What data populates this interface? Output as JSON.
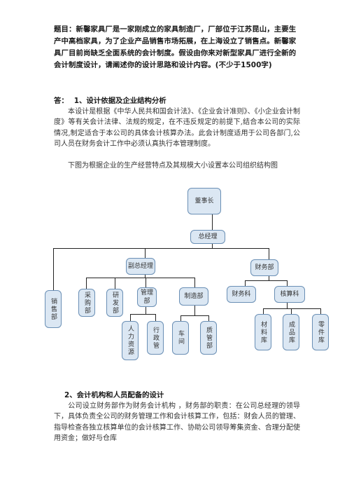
{
  "question": "题目：新馨家具厂是一家刚成立的家具制造厂，厂部位于江苏昆山，主要生产中高档家具，为了企业产品销售市场拓展，在上海设立了销售点。新馨家具厂目前尚缺乏全面系统的会计制度。假设由你来对新型家具厂进行全新的会计制度设计，请阐述你的设计思路和设计内容。(不少于1500字)",
  "answer_label": "答：",
  "section1_title": "1、设计依据及企业结构分析",
  "para1": "本设计是根据《中华人民共和国会计法》、《企业会计准则》、《小企业会计制度》等有关会计法律、法规的规定，在不违反规定的前提下,结合本公司的实际情况,制定适合于本公司的具体会计核算办法。此会计制度适用于公司各部门,公司人员在财务会计工作中必须认真执行本管理制度。",
  "para2": "下图为根据企业的生产经营特点及其规模大小设置本公司组织结构图",
  "org": {
    "chairman": "董事长",
    "gm": "总经理",
    "vgm": "副总经理",
    "finance_dept": "财务部",
    "sales": "销售部",
    "purchase": "采购部",
    "rnd": "研发部",
    "mgmt": "管理部",
    "manufacturing": "制造部",
    "finance_section": "财务科",
    "accounting_section": "核算科",
    "hr": "人力资源",
    "admin": "行政管",
    "workshop": "车间",
    "quality": "质管部",
    "materials_store": "材料库",
    "products_store": "成品库",
    "parts_store": "零件库"
  },
  "section2_title": "2、会计机构和人员配备的设计",
  "para3": "公司设立财务部作为财务会计机构 ，财务部的职责：在公司总经理的领导下，具体负责全公司的财务管理工作和会计核算工作，包括：财会人员的管理、指导检查各独立核算单位的会计核算工作、协助公司领导筹集资金、合理分配使用资金；做好与仓库"
}
